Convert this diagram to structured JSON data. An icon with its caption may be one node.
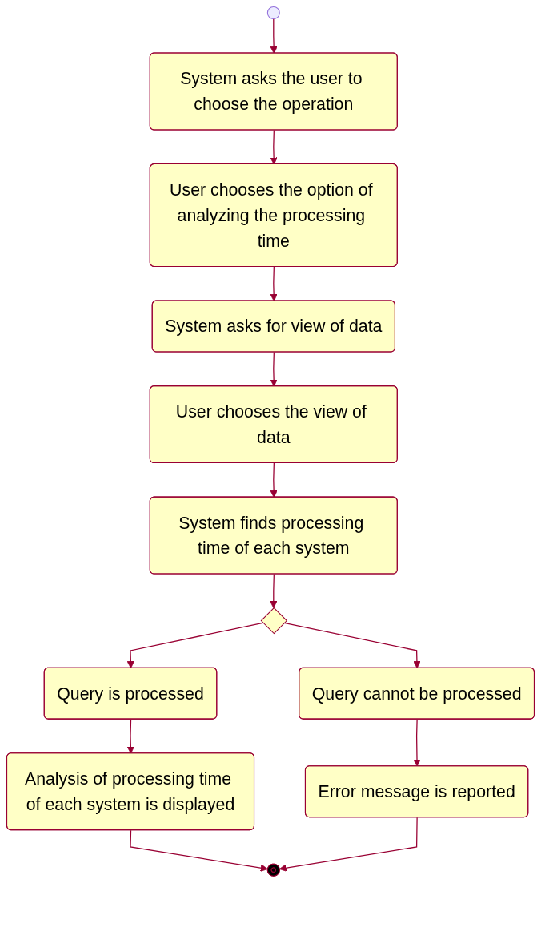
{
  "diagram": {
    "nodes": [
      {
        "text": [],
        "shape": "circle"
      },
      {
        "text": [
          "System asks the user to choose the operation"
        ]
      },
      {
        "text": [
          "User chooses the option of analyzing the processing time"
        ]
      },
      {
        "text": [
          "System asks for view of data"
        ]
      },
      {
        "text": [
          "User chooses the view of data"
        ]
      },
      {
        "text": [
          "System finds processing time of each system"
        ]
      },
      {
        "text": [],
        "shape": "diamond"
      },
      {
        "text": [
          "Query cannot be processed"
        ]
      },
      {
        "text": [
          "Query is processed"
        ]
      },
      {
        "text": [
          "Error message is reported"
        ]
      },
      {
        "text": [
          "Analysis of processing time of each system is displayed"
        ]
      },
      {
        "text": [],
        "shape": "circle"
      }
    ],
    "edges": [
      {
        "from": 0,
        "to": 1,
        "arrow": "to"
      },
      {
        "from": 1,
        "to": 2,
        "arrow": "to"
      },
      {
        "from": 2,
        "to": 3,
        "arrow": "to"
      },
      {
        "from": 3,
        "to": 4,
        "arrow": "to"
      },
      {
        "from": 4,
        "to": 5,
        "arrow": "to"
      },
      {
        "from": 5,
        "to": 6,
        "arrow": "to"
      },
      {
        "from": 6,
        "to": 7,
        "arrow": "to"
      },
      {
        "from": 6,
        "to": 8,
        "arrow": "to"
      },
      {
        "from": 7,
        "to": 9,
        "arrow": "to"
      },
      {
        "from": 8,
        "to": 10,
        "arrow": "to"
      },
      {
        "from": 10,
        "to": 11,
        "arrow": "to"
      },
      {
        "from": 9,
        "to": 11,
        "arrow": "to"
      }
    ]
  }
}
